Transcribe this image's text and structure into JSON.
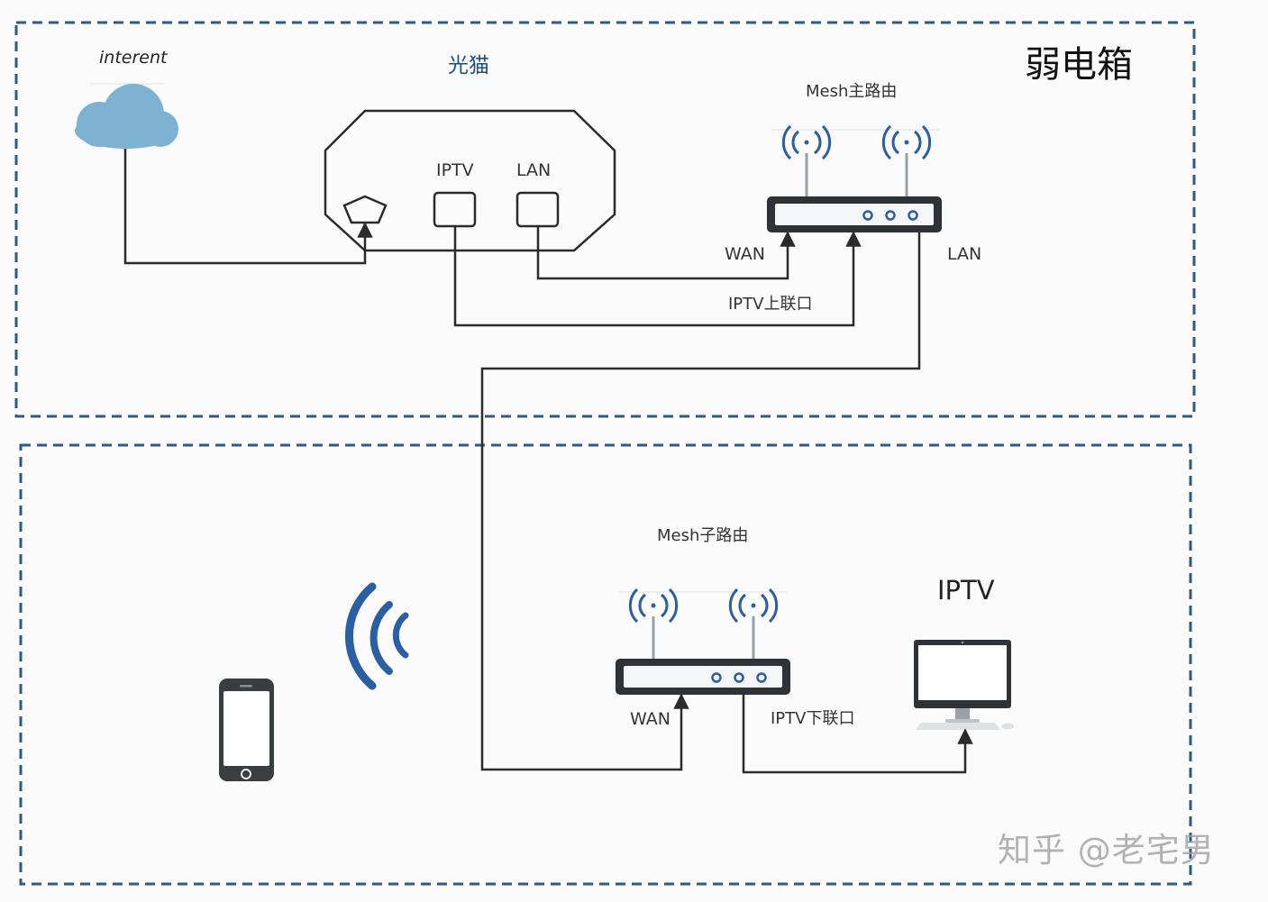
{
  "labels": {
    "cloud": "interent",
    "modem": "光猫",
    "box": "弱电箱",
    "main_router": "Mesh主路由",
    "modem_iptv_port": "IPTV",
    "modem_lan_port": "LAN",
    "main_wan": "WAN",
    "main_lan": "LAN",
    "iptv_uplink": "IPTV上联口",
    "sub_router": "Mesh子路由",
    "tv": "IPTV",
    "sub_wan": "WAN",
    "iptv_downlink": "IPTV下联口"
  },
  "watermark": "知乎 @老宅男",
  "colors": {
    "zone_border": "#2f5a85",
    "cloud": "#7eb2d3",
    "wire": "#2b2b2b",
    "wifi": "#2b5fa3",
    "device": "#2f3236"
  },
  "icons": [
    "cloud-icon",
    "modem-device",
    "router-icon",
    "wifi-signal-icon",
    "phone-icon",
    "monitor-icon"
  ]
}
